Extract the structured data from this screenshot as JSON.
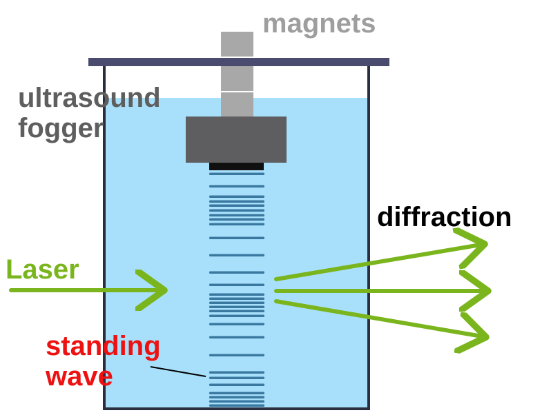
{
  "labels": {
    "magnets": "magnets",
    "fogger_line1": "ultrasound",
    "fogger_line2": "fogger",
    "diffraction": "diffraction",
    "laser": "Laser",
    "standing_line1": "standing",
    "standing_line2": "wave"
  },
  "colors": {
    "water": "#a8e0fb",
    "container": "#2a2e3e",
    "lid": "#4a4b6e",
    "magnet": "#a8a8a8",
    "fogger": "#5e5e60",
    "fogger_tip": "#101010",
    "wave": "#3a78a0",
    "arrow": "#7ab51d",
    "magnets_text": "#9e9e9e",
    "fogger_text": "#5e5e5e",
    "laser_text": "#7ab51d",
    "diffraction_text": "#000000",
    "standing_text": "#ee1111"
  }
}
